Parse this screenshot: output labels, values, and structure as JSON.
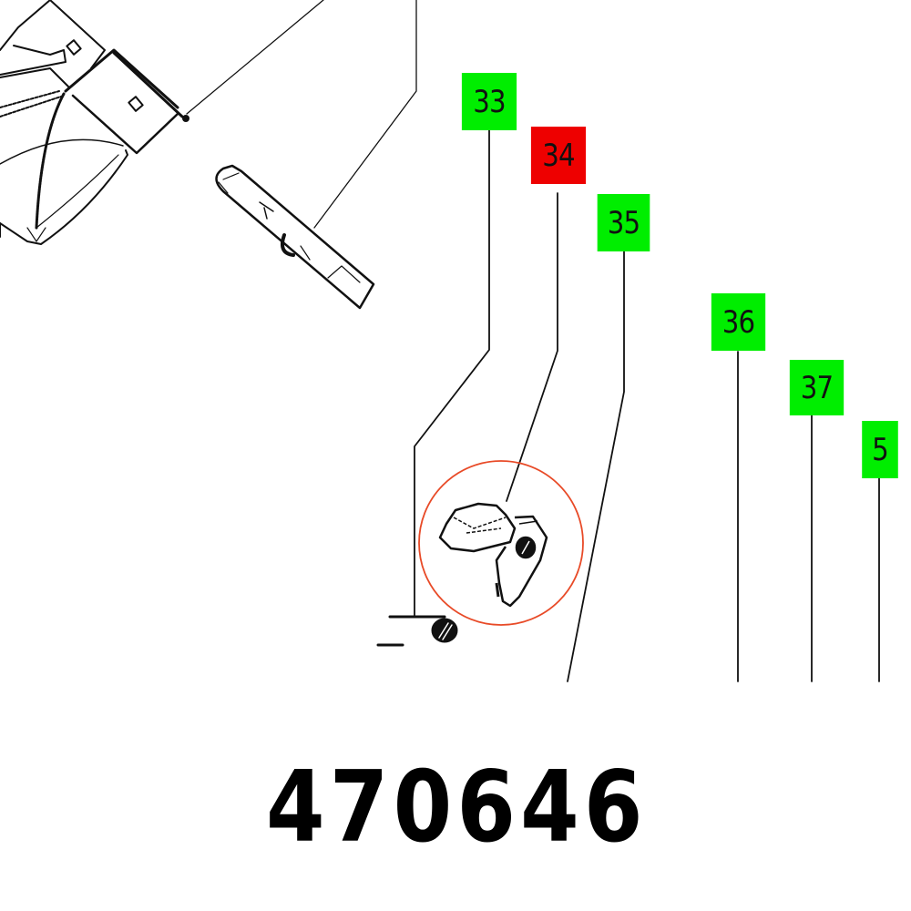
{
  "diagram": {
    "type": "exploded-parts-diagram",
    "part_number": "470646",
    "highlight_color": "#e84a27",
    "callouts": [
      {
        "label": "33",
        "color": "#00ee00",
        "state": "normal"
      },
      {
        "label": "34",
        "color": "#ee0000",
        "state": "selected"
      },
      {
        "label": "35",
        "color": "#00ee00",
        "state": "normal"
      },
      {
        "label": "36",
        "color": "#00ee00",
        "state": "normal"
      },
      {
        "label": "37",
        "color": "#00ee00",
        "state": "normal"
      },
      {
        "label": "5",
        "color": "#00ee00",
        "state": "normal"
      }
    ]
  }
}
